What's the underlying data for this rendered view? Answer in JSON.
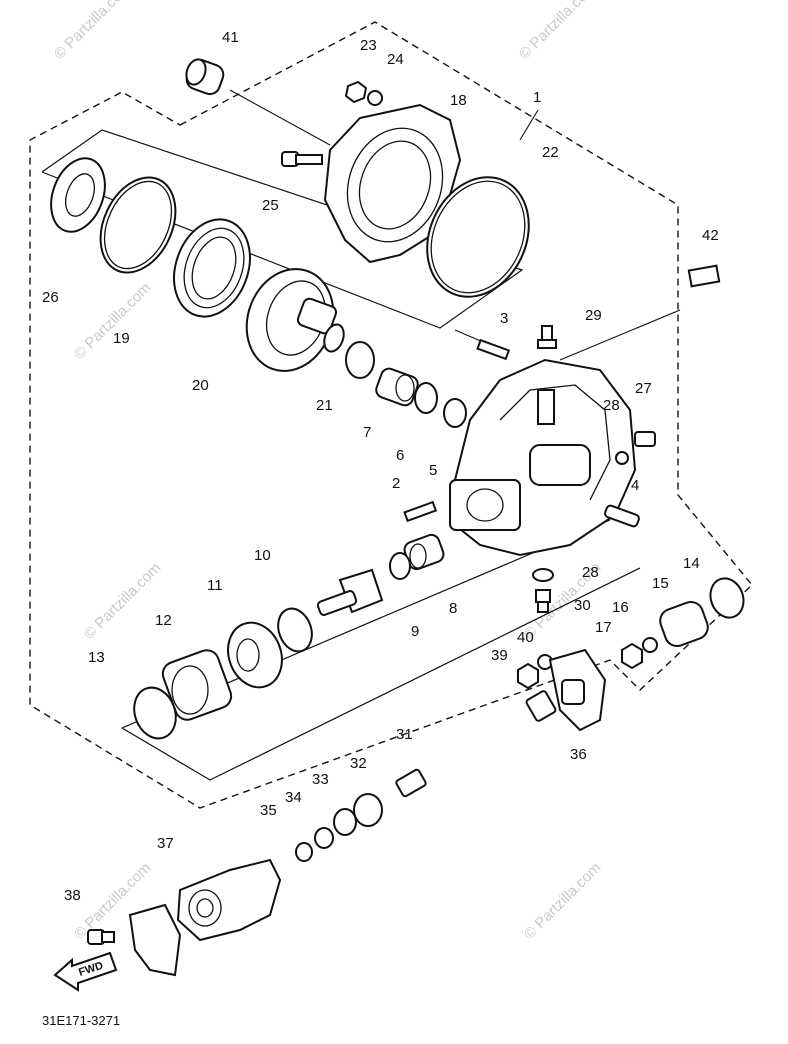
{
  "diagram": {
    "code": "31E171-3271",
    "fwd_label": "FWD",
    "watermark": "© Partzilla.com",
    "callouts": [
      "41",
      "23",
      "24",
      "18",
      "1",
      "22",
      "25",
      "26",
      "19",
      "20",
      "42",
      "3",
      "29",
      "21",
      "7",
      "6",
      "5",
      "28",
      "27",
      "2",
      "4",
      "10",
      "11",
      "12",
      "9",
      "8",
      "28",
      "30",
      "14",
      "15",
      "16",
      "17",
      "13",
      "40",
      "39",
      "31",
      "36",
      "32",
      "33",
      "34",
      "35",
      "37",
      "38"
    ]
  }
}
